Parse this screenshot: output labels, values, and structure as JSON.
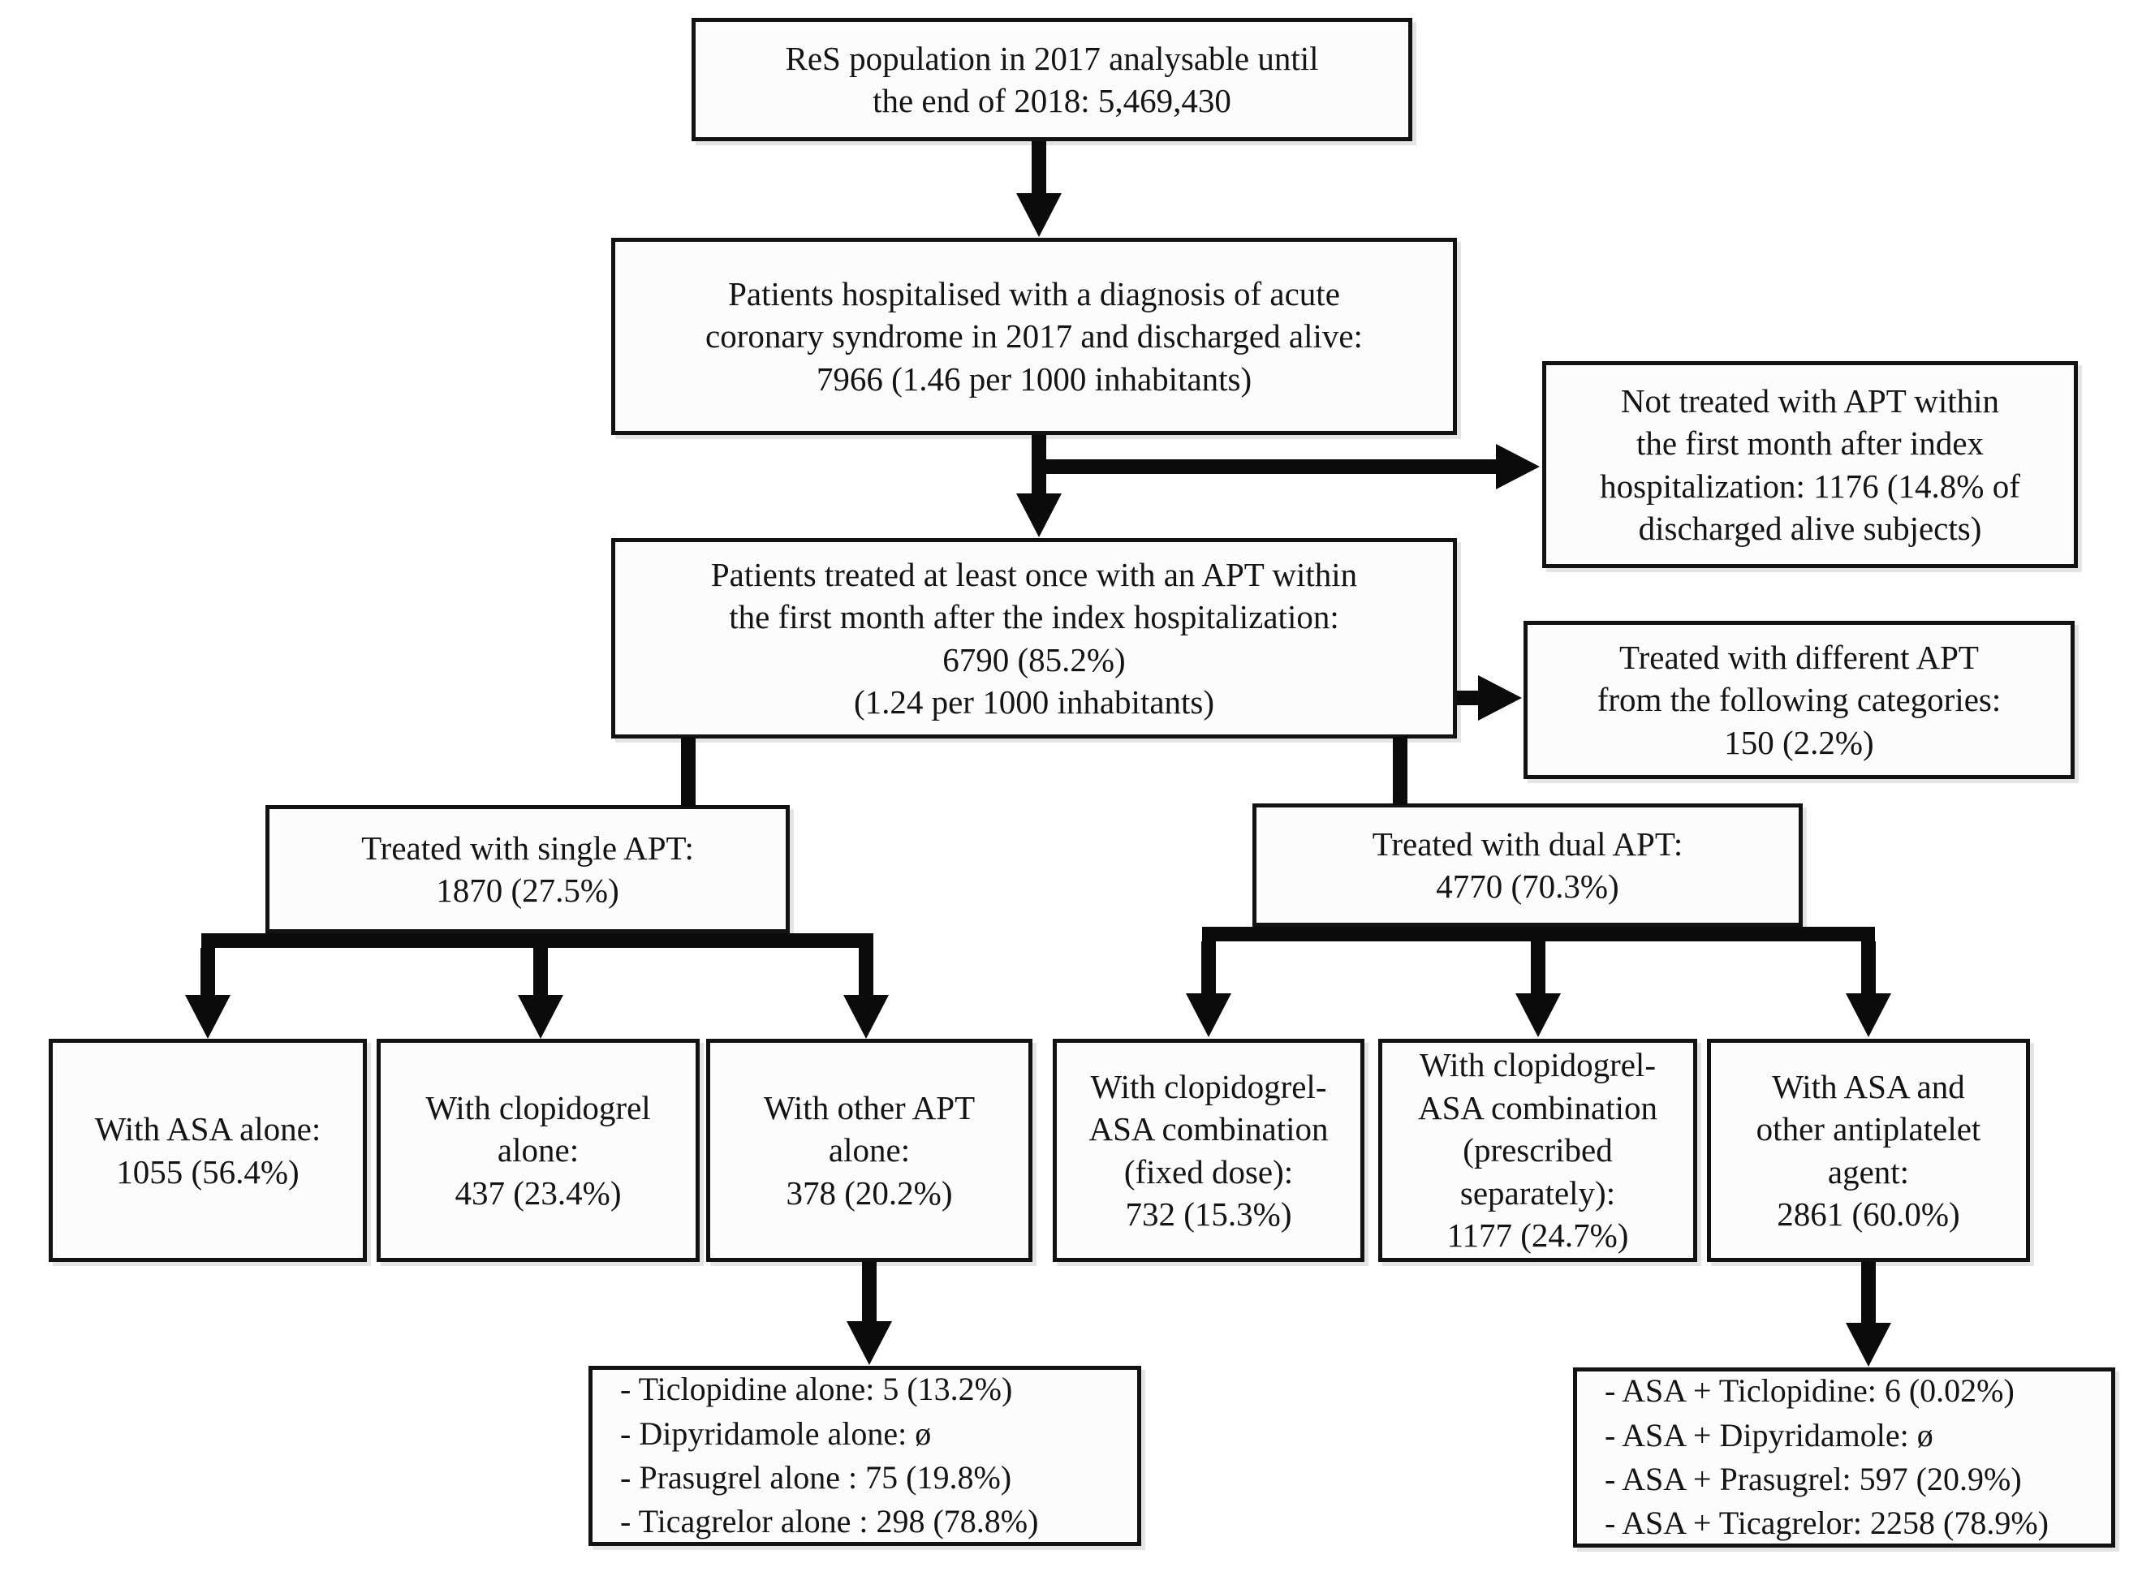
{
  "figure": {
    "type": "flowchart",
    "background_color": "#ffffff",
    "line_color": "#0b0b0b",
    "box_border_color": "#121212",
    "text_color": "#141414"
  },
  "boxes": {
    "res_population": {
      "lines": [
        "ReS population in 2017 analysable until",
        "the end of 2018: 5,469,430"
      ]
    },
    "hospitalised": {
      "lines": [
        "Patients hospitalised with a diagnosis of acute",
        "coronary syndrome in 2017 and discharged alive:",
        "7966 (1.46 per 1000 inhabitants)"
      ]
    },
    "not_treated": {
      "lines": [
        "Not treated with APT within",
        "the first month after index",
        "hospitalization: 1176 (14.8% of",
        "discharged alive subjects)"
      ]
    },
    "treated_apt": {
      "lines": [
        "Patients treated at least once with an APT within",
        "the first month after the index hospitalization:",
        "6790 (85.2%)",
        "(1.24 per 1000 inhabitants)"
      ]
    },
    "different_apt": {
      "lines": [
        "Treated with different APT",
        "from the following categories:",
        "150 (2.2%)"
      ]
    },
    "single_apt": {
      "lines": [
        "Treated with single APT:",
        "1870 (27.5%)"
      ]
    },
    "dual_apt": {
      "lines": [
        "Treated with dual APT:",
        "4770 (70.3%)"
      ]
    },
    "asa_alone": {
      "lines": [
        "With ASA alone:",
        "1055 (56.4%)"
      ]
    },
    "clopidogrel_alone": {
      "lines": [
        "With clopidogrel",
        "alone:",
        "437 (23.4%)"
      ]
    },
    "other_apt_alone": {
      "lines": [
        "With other APT",
        "alone:",
        "378 (20.2%)"
      ]
    },
    "clop_asa_fixed": {
      "lines": [
        "With clopidogrel-",
        "ASA combination",
        "(fixed dose):",
        "732 (15.3%)"
      ]
    },
    "clop_asa_separate": {
      "lines": [
        "With clopidogrel-",
        "ASA combination",
        "(prescribed",
        "separately):",
        "1177 (24.7%)"
      ]
    },
    "asa_other_agent": {
      "lines": [
        "With ASA and",
        "other antiplatelet",
        "agent:",
        "2861 (60.0%)"
      ]
    },
    "single_apt_detail": {
      "items": [
        "- Ticlopidine alone: 5 (13.2%)",
        "- Dipyridamole alone: ø",
        "- Prasugrel alone : 75 (19.8%)",
        "- Ticagrelor alone : 298 (78.8%)"
      ]
    },
    "dual_apt_detail": {
      "items": [
        "- ASA + Ticlopidine: 6 (0.02%)",
        "- ASA + Dipyridamole: ø",
        "- ASA + Prasugrel: 597 (20.9%)",
        "- ASA + Ticagrelor: 2258 (78.9%)"
      ]
    }
  }
}
